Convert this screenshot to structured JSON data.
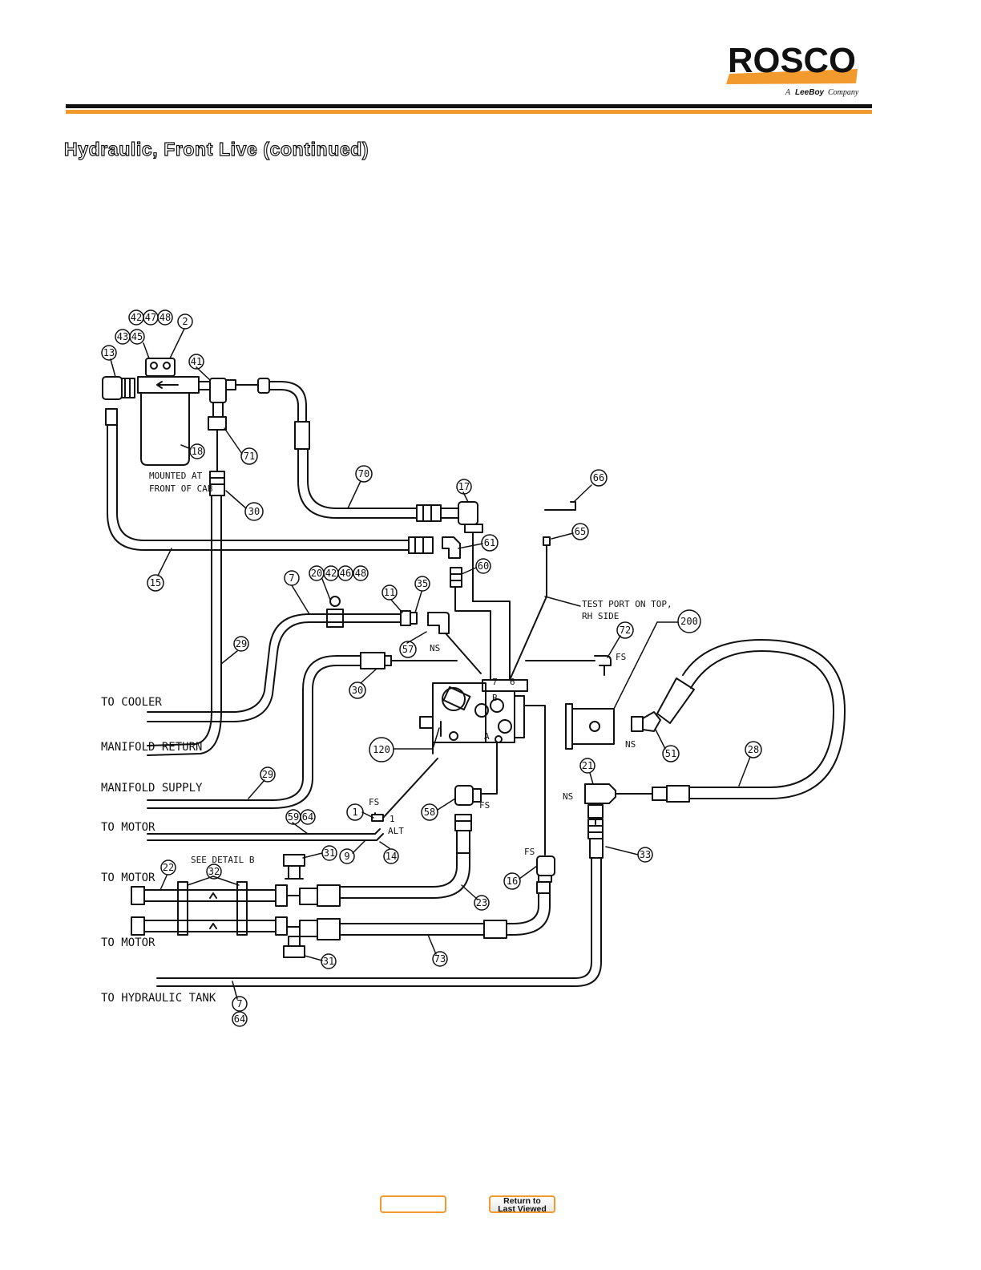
{
  "header": {
    "brand": "ROSCO",
    "tagline_pre": "A",
    "tagline_brand": "LeeBoy",
    "tagline_post": "Company",
    "colors": {
      "accent": "#f29a2e",
      "ink": "#111111"
    }
  },
  "page_title": "Hydraulic, Front Live (continued)",
  "diagram": {
    "labels": {
      "mounted_at": "MOUNTED AT",
      "front_of_cab": "FRONT OF CAB",
      "to_cooler": "TO COOLER",
      "manifold_return": "MANIFOLD RETURN",
      "manifold_supply": "MANIFOLD SUPPLY",
      "to_motor_1": "TO MOTOR",
      "to_motor_2": "TO MOTOR",
      "to_motor_3": "TO MOTOR",
      "to_hydraulic_tank": "TO HYDRAULIC TANK",
      "test_port_1": "TEST PORT ON TOP,",
      "test_port_2": "RH SIDE",
      "see_detail_b": "SEE DETAIL B",
      "ns_57": "NS",
      "fs_72": "FS",
      "ns_51": "NS",
      "ns_21": "NS",
      "fs_58": "FS",
      "fs_1": "FS",
      "one": "1",
      "alt": "ALT",
      "fs_16": "FS",
      "port_b": "B",
      "port_a": "A",
      "port_7": "7",
      "port_6": "6"
    },
    "callouts": {
      "c42": "42",
      "c47": "47",
      "c48": "48",
      "c2": "2",
      "c43": "43",
      "c45": "45",
      "c13": "13",
      "c41": "41",
      "c18": "18",
      "c71": "71",
      "c30a": "30",
      "c70": "70",
      "c17": "17",
      "c66": "66",
      "c65": "65",
      "c61": "61",
      "c60": "60",
      "c15": "15",
      "c7a": "7",
      "c20": "20",
      "c42b": "42",
      "c46": "46",
      "c48b": "48",
      "c11": "11",
      "c35": "35",
      "c57": "57",
      "c29a": "29",
      "c30b": "30",
      "c72": "72",
      "c200": "200",
      "c120": "120",
      "c51": "51",
      "c28": "28",
      "c29b": "29",
      "c21": "21",
      "c1": "1",
      "c58": "58",
      "c59": "59",
      "c64a": "64",
      "c9": "9",
      "c14": "14",
      "c31a": "31",
      "c33": "33",
      "c22": "22",
      "c32": "32",
      "c16": "16",
      "c23": "23",
      "c73": "73",
      "c31b": "31",
      "c7b": "7",
      "c64b": "64"
    }
  },
  "nav": {
    "blank_button": "",
    "return_line1": "Return to",
    "return_line2": "Last Viewed"
  }
}
